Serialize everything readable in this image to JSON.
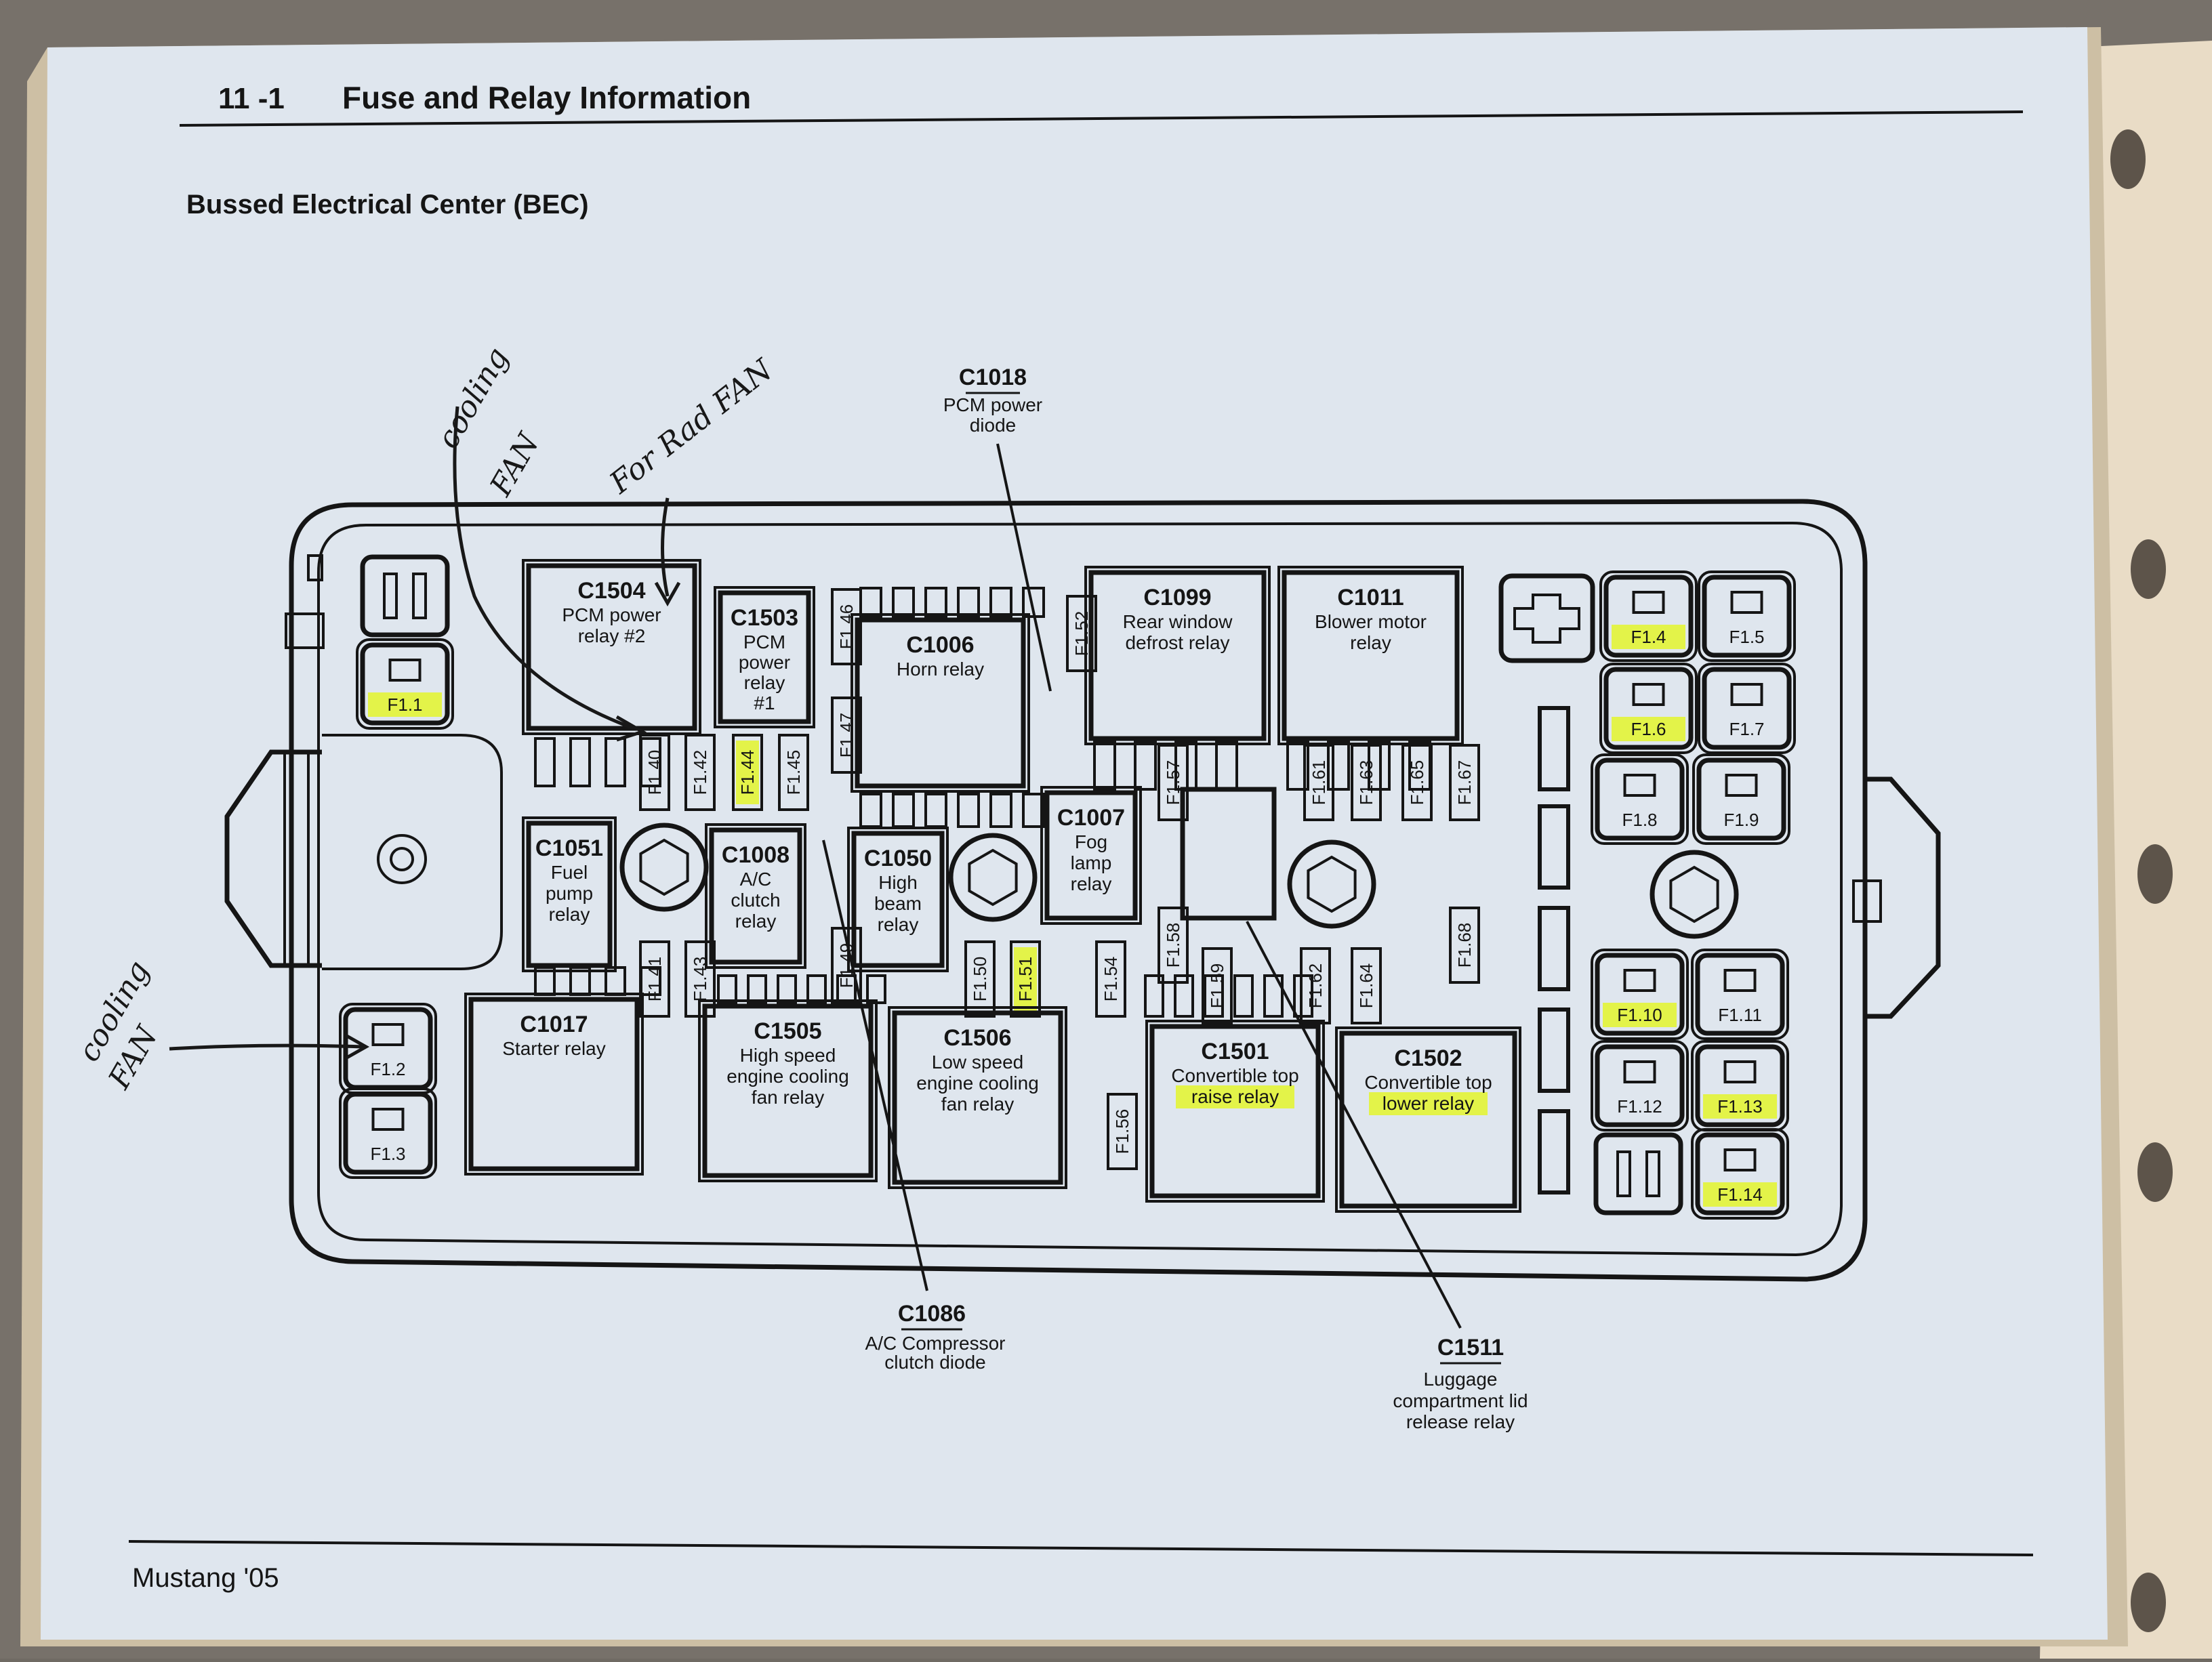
{
  "header": {
    "section": "11 -1",
    "title": "Fuse and Relay Information"
  },
  "subtitle": "Bussed Electrical Center (BEC)",
  "footer": "Mustang '05",
  "relays": [
    {
      "code": "C1504",
      "lines": [
        "PCM power",
        "relay #2"
      ]
    },
    {
      "code": "C1503",
      "lines": [
        "PCM",
        "power",
        "relay",
        "#1"
      ]
    },
    {
      "code": "C1006",
      "lines": [
        "Horn relay"
      ]
    },
    {
      "code": "C1099",
      "lines": [
        "Rear window",
        "defrost relay"
      ]
    },
    {
      "code": "C1011",
      "lines": [
        "Blower motor",
        "relay"
      ]
    },
    {
      "code": "C1051",
      "lines": [
        "Fuel",
        "pump",
        "relay"
      ]
    },
    {
      "code": "C1008",
      "lines": [
        "A/C",
        "clutch",
        "relay"
      ]
    },
    {
      "code": "C1050",
      "lines": [
        "High",
        "beam",
        "relay"
      ]
    },
    {
      "code": "C1007",
      "lines": [
        "Fog",
        "lamp",
        "relay"
      ]
    },
    {
      "code": "C1017",
      "lines": [
        "Starter relay"
      ]
    },
    {
      "code": "C1505",
      "lines": [
        "High speed",
        "engine cooling",
        "fan relay"
      ]
    },
    {
      "code": "C1506",
      "lines": [
        "Low speed",
        "engine cooling",
        "fan relay"
      ]
    },
    {
      "code": "C1501",
      "lines": [
        "Convertible top",
        "raise relay"
      ]
    },
    {
      "code": "C1502",
      "lines": [
        "Convertible top",
        "lower relay"
      ]
    }
  ],
  "callouts": [
    {
      "code": "C1018",
      "lines": [
        "PCM power",
        "diode"
      ]
    },
    {
      "code": "C1086",
      "lines": [
        "A/C Compressor",
        "clutch diode"
      ]
    },
    {
      "code": "C1511",
      "lines": [
        "Luggage",
        "compartment lid",
        "release relay"
      ]
    }
  ],
  "maxi_fuses": [
    "F1.1",
    "F1.2",
    "F1.3",
    "F1.4",
    "F1.5",
    "F1.6",
    "F1.7",
    "F1.8",
    "F1.9",
    "F1.10",
    "F1.11",
    "F1.12",
    "F1.13",
    "F1.14"
  ],
  "mini_fuses": [
    "F1.40",
    "F1.41",
    "F1.42",
    "F1.43",
    "F1.44",
    "F1.45",
    "F1.46",
    "F1.47",
    "F1.49",
    "F1.50",
    "F1.51",
    "F1.52",
    "F1.54",
    "F1.56",
    "F1.57",
    "F1.58",
    "F1.59",
    "F1.61",
    "F1.62",
    "F1.63",
    "F1.64",
    "F1.65",
    "F1.67",
    "F1.68"
  ],
  "handwriting": [
    "cooling",
    "FAN",
    "For Rad FAN",
    "cooling",
    "FAN"
  ],
  "colors": {
    "highlight": "#e4f52c",
    "paper": "#dfe6ee",
    "ink": "#151515"
  }
}
